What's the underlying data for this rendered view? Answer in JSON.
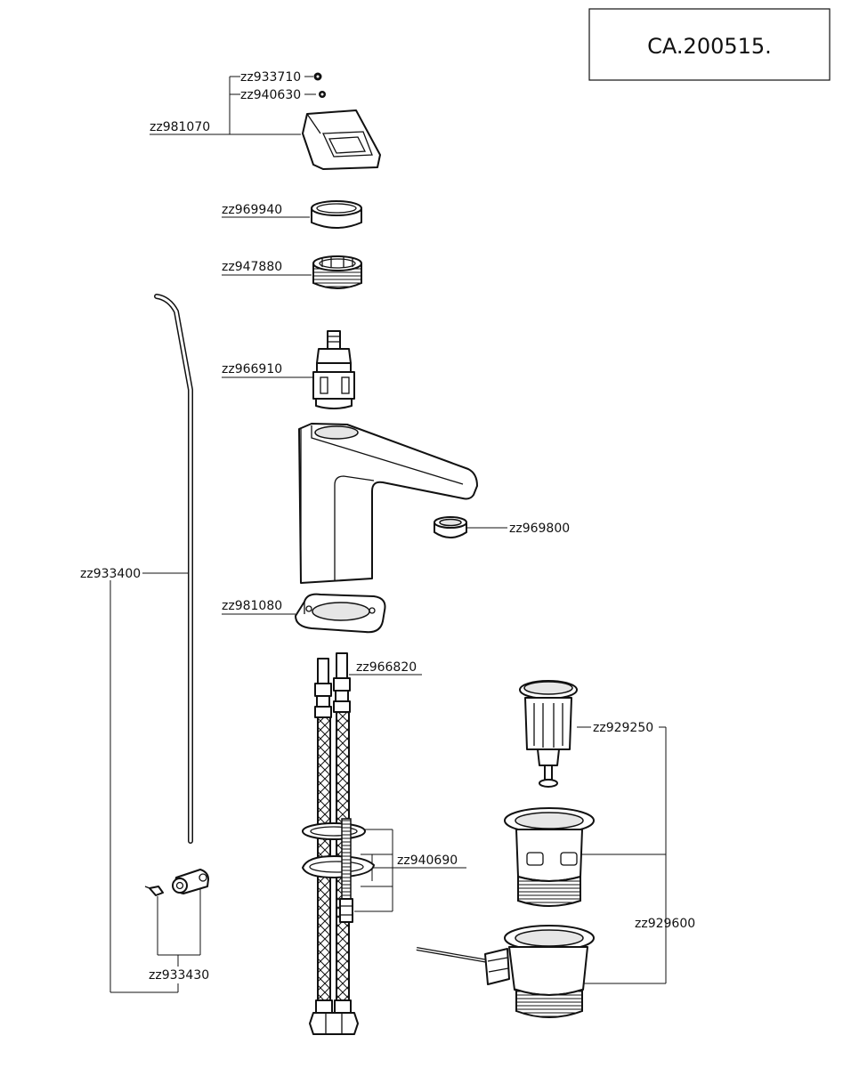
{
  "title": "CA.200515.",
  "parts": [
    {
      "id": "zz933710"
    },
    {
      "id": "zz940630"
    },
    {
      "id": "zz981070"
    },
    {
      "id": "zz969940"
    },
    {
      "id": "zz947880"
    },
    {
      "id": "zz966910"
    },
    {
      "id": "zz969800"
    },
    {
      "id": "zz933400"
    },
    {
      "id": "zz981080"
    },
    {
      "id": "zz966820"
    },
    {
      "id": "zz929250"
    },
    {
      "id": "zz940690"
    },
    {
      "id": "zz929600"
    },
    {
      "id": "zz933430"
    }
  ]
}
